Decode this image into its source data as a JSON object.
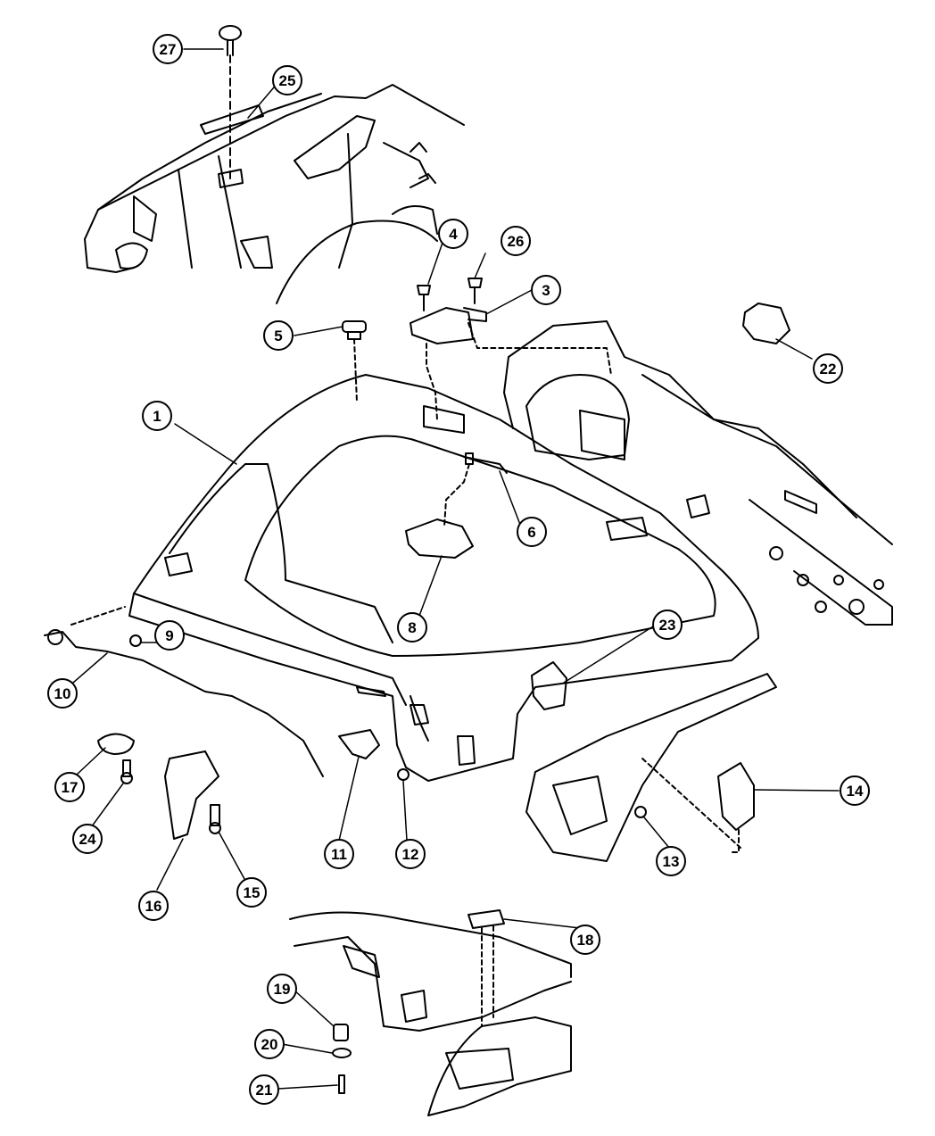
{
  "diagram": {
    "callouts": [
      {
        "id": "1",
        "label": "1"
      },
      {
        "id": "3",
        "label": "3"
      },
      {
        "id": "4",
        "label": "4"
      },
      {
        "id": "5",
        "label": "5"
      },
      {
        "id": "6",
        "label": "6"
      },
      {
        "id": "8",
        "label": "8"
      },
      {
        "id": "9",
        "label": "9"
      },
      {
        "id": "10",
        "label": "10"
      },
      {
        "id": "11",
        "label": "11"
      },
      {
        "id": "12",
        "label": "12"
      },
      {
        "id": "13",
        "label": "13"
      },
      {
        "id": "14",
        "label": "14"
      },
      {
        "id": "15",
        "label": "15"
      },
      {
        "id": "16",
        "label": "16"
      },
      {
        "id": "17",
        "label": "17"
      },
      {
        "id": "18",
        "label": "18"
      },
      {
        "id": "19",
        "label": "19"
      },
      {
        "id": "20",
        "label": "20"
      },
      {
        "id": "21",
        "label": "21"
      },
      {
        "id": "22",
        "label": "22"
      },
      {
        "id": "23",
        "label": "23"
      },
      {
        "id": "24",
        "label": "24"
      },
      {
        "id": "25",
        "label": "25"
      },
      {
        "id": "26",
        "label": "26"
      },
      {
        "id": "27",
        "label": "27"
      }
    ]
  }
}
